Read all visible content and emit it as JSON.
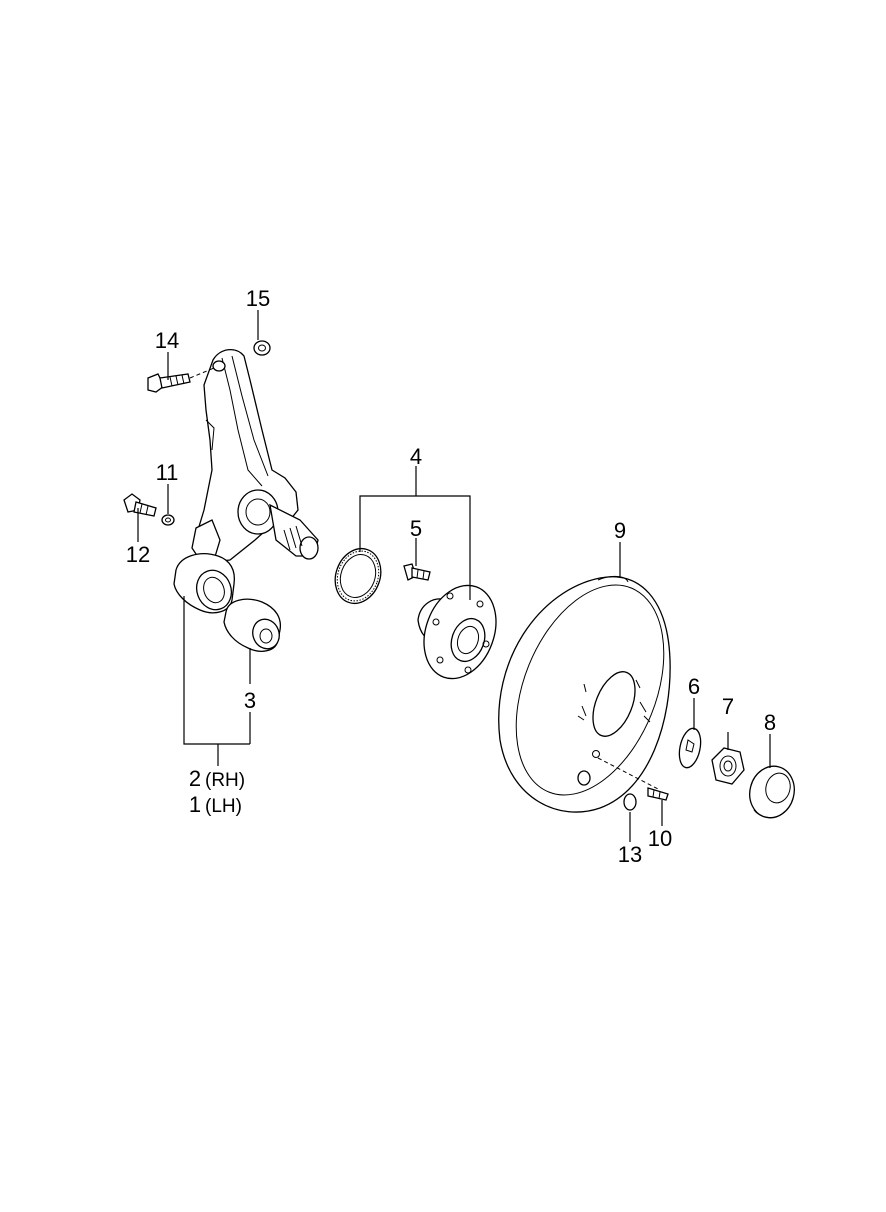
{
  "callouts": {
    "c1": "1",
    "c1_side": "(LH)",
    "c2": "2",
    "c2_side": "(RH)",
    "c3": "3",
    "c4": "4",
    "c5": "5",
    "c6": "6",
    "c7": "7",
    "c8": "8",
    "c9": "9",
    "c10": "10",
    "c11": "11",
    "c12": "12",
    "c13": "13",
    "c14": "14",
    "c15": "15"
  }
}
